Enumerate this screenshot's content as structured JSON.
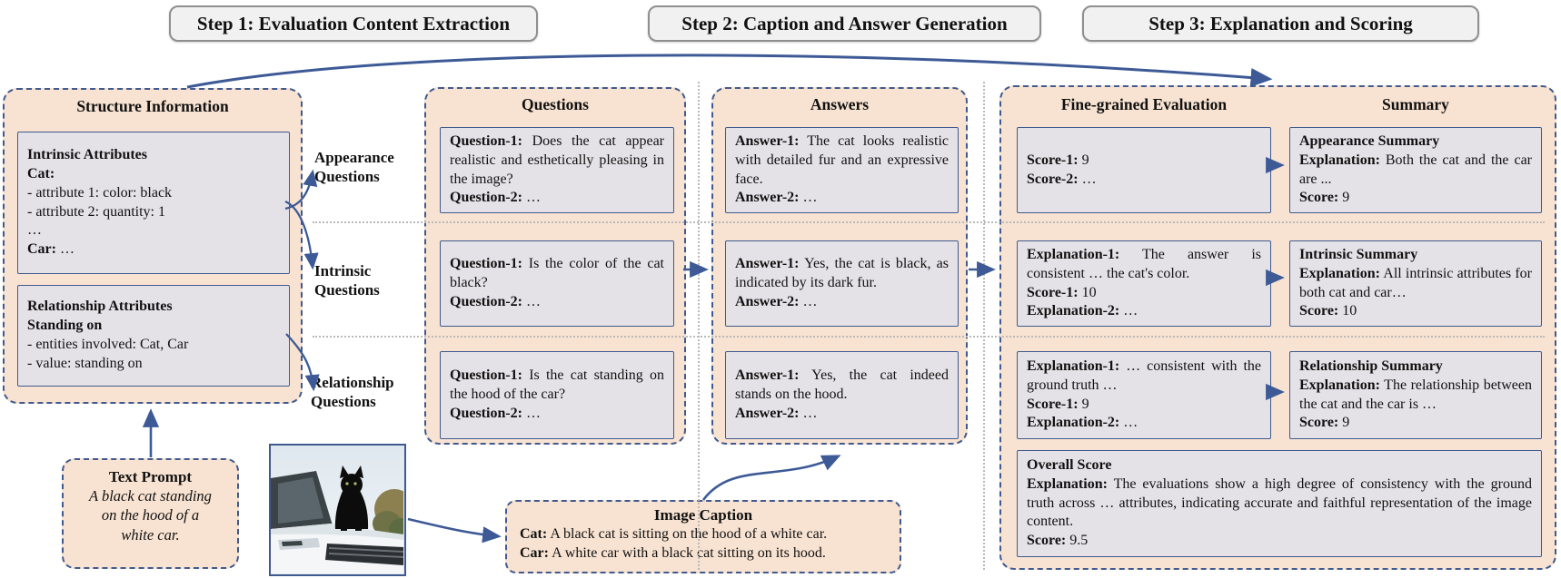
{
  "colors": {
    "accent_blue": "#3f5a8e",
    "panel_peach": "#f8e3d2",
    "box_gray": "#e5e2e7"
  },
  "steps": [
    {
      "label": "Step 1: Evaluation Content Extraction"
    },
    {
      "label": "Step 2: Caption and Answer Generation"
    },
    {
      "label": "Step 3: Explanation and Scoring"
    }
  ],
  "structure_panel": {
    "title": "Structure Information",
    "intrinsic_box": [
      {
        "b": "Intrinsic Attributes"
      },
      {
        "b": "Cat:"
      },
      {
        "t": "- attribute 1: color: black"
      },
      {
        "t": "- attribute 2: quantity: 1"
      },
      {
        "t": "…"
      },
      {
        "b": "Car:",
        "t": " …"
      }
    ],
    "relationship_box": [
      {
        "b": "Relationship Attributes"
      },
      {
        "b": "Standing on"
      },
      {
        "t": "- entities involved: Cat, Car"
      },
      {
        "t": "- value: standing on"
      }
    ]
  },
  "question_type_labels": [
    {
      "label": "Appearance Questions"
    },
    {
      "label": "Intrinsic Questions"
    },
    {
      "label": "Relationship Questions"
    }
  ],
  "questions_panel": {
    "title": "Questions",
    "boxes": [
      [
        {
          "b": "Question-1:",
          "t": " Does the cat appear realistic and esthetically pleasing in the image?"
        },
        {
          "b": "Question-2:",
          "t": " …"
        }
      ],
      [
        {
          "b": "Question-1:",
          "t": " Is the color of the cat black?"
        },
        {
          "b": "Question-2:",
          "t": " …"
        }
      ],
      [
        {
          "b": "Question-1:",
          "t": " Is the cat standing on the hood of the car?"
        },
        {
          "b": "Question-2:",
          "t": " …"
        }
      ]
    ]
  },
  "answers_panel": {
    "title": "Answers",
    "boxes": [
      [
        {
          "b": "Answer-1:",
          "t": " The cat looks realistic with detailed fur and an expressive face."
        },
        {
          "b": "Answer-2:",
          "t": " …"
        }
      ],
      [
        {
          "b": "Answer-1:",
          "t": " Yes, the cat is black, as indicated by its dark fur."
        },
        {
          "b": "Answer-2:",
          "t": " …"
        }
      ],
      [
        {
          "b": "Answer-1:",
          "t": " Yes, the cat indeed stands on the hood."
        },
        {
          "b": "Answer-2:",
          "t": " …"
        }
      ]
    ]
  },
  "evaluation_panel": {
    "fine_grained_title": "Fine-grained Evaluation",
    "summary_title": "Summary",
    "fine_grained_boxes": [
      [
        {
          "b": "Score-1:",
          "t": " 9"
        },
        {
          "b": "Score-2:",
          "t": " …"
        }
      ],
      [
        {
          "b": "Explanation-1:",
          "t": " The answer is consistent … the cat's color."
        },
        {
          "b": "Score-1:",
          "t": " 10"
        },
        {
          "b": "Explanation-2:",
          "t": " …"
        }
      ],
      [
        {
          "b": "Explanation-1:",
          "t": " … consistent with the ground truth …"
        },
        {
          "b": "Score-1:",
          "t": " 9"
        },
        {
          "b": "Explanation-2:",
          "t": " …"
        }
      ]
    ],
    "summary_boxes": [
      [
        {
          "b": "Appearance Summary"
        },
        {
          "b": "Explanation:",
          "t": " Both the cat and the car are ..."
        },
        {
          "b": "Score:",
          "t": " 9"
        }
      ],
      [
        {
          "b": "Intrinsic Summary"
        },
        {
          "b": "Explanation:",
          "t": " All intrinsic attributes for both cat and car…"
        },
        {
          "b": "Score:",
          "t": " 10"
        }
      ],
      [
        {
          "b": "Relationship Summary"
        },
        {
          "b": "Explanation:",
          "t": " The relationship between the cat and the car is …"
        },
        {
          "b": "Score:",
          "t": " 9"
        }
      ]
    ],
    "overall_box": [
      {
        "b": "Overall Score"
      },
      {
        "b": "Explanation:",
        "t": " The evaluations show a high degree of consistency with the ground truth across … attributes, indicating accurate and faithful representation of the image content."
      },
      {
        "b": "Score:",
        "t": " 9.5"
      }
    ]
  },
  "text_prompt": {
    "title": "Text Prompt",
    "lines": [
      {
        "t": "A black cat standing"
      },
      {
        "t": "on the hood of a"
      },
      {
        "t": "white car."
      }
    ]
  },
  "image_caption": {
    "title": "Image Caption",
    "lines": [
      {
        "b": "Cat:",
        "t": " A black cat is sitting on the hood of a white car."
      },
      {
        "b": "Car:",
        "t": " A white car with a black cat sitting on its hood."
      }
    ]
  }
}
